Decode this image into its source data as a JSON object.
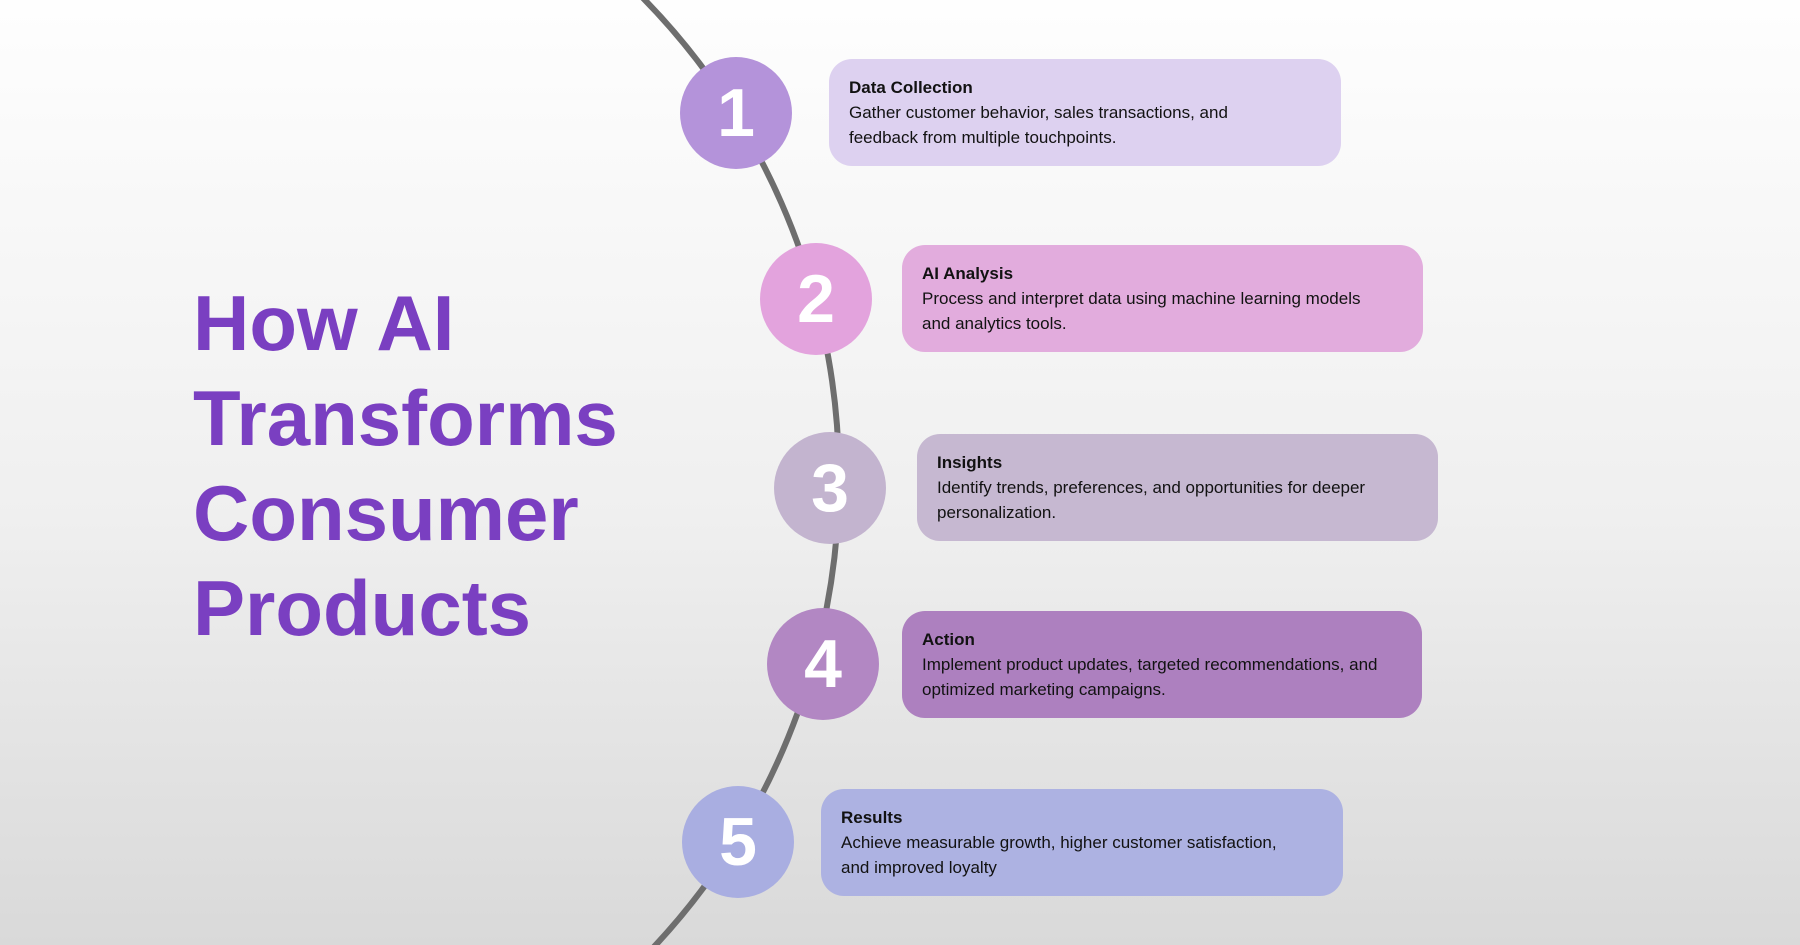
{
  "title": {
    "full": "How AI Transforms Consumer Products",
    "lines": [
      "How AI",
      "Transforms",
      "Consumer",
      "Products"
    ]
  },
  "steps": [
    {
      "number": "1",
      "heading": "Data Collection",
      "description": "Gather customer behavior, sales transactions, and feedback from multiple touchpoints.",
      "circle_color": "#b493da",
      "card_color": "#ddd1f0"
    },
    {
      "number": "2",
      "heading": "AI Analysis",
      "description": "Process and interpret data using machine learning models and analytics tools.",
      "circle_color": "#e3a3dd",
      "card_color": "#e2acdd"
    },
    {
      "number": "3",
      "heading": "Insights",
      "description": "Identify trends, preferences, and opportunities for deeper personalization.",
      "circle_color": "#c3b4cf",
      "card_color": "#c6b8d1"
    },
    {
      "number": "4",
      "heading": "Action",
      "description": "Implement product updates, targeted recommendations, and optimized marketing campaigns.",
      "circle_color": "#b287c3",
      "card_color": "#ad80bf"
    },
    {
      "number": "5",
      "heading": "Results",
      "description": "Achieve measurable growth, higher customer satisfaction, and improved loyalty",
      "circle_color": "#a9aee1",
      "card_color": "#adb2e2"
    }
  ],
  "colors": {
    "title_text": "#7a3fc1",
    "line": "#6e6e6e",
    "background_top": "#fefefe",
    "background_bottom": "#d9d9d9",
    "card_text": "#121212",
    "number_text": "#ffffff"
  }
}
